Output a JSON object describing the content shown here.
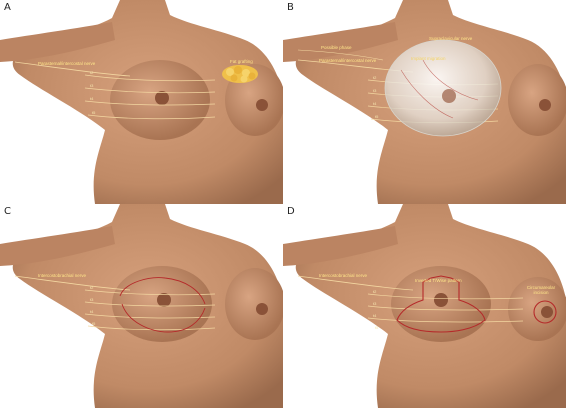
{
  "panels": [
    {
      "letter": "A",
      "nerve_label": "Parasternal/intercostal nerve",
      "callouts": [
        "Fat grafting"
      ],
      "intercostals": [
        "t2",
        "t3",
        "t4",
        "t5"
      ]
    },
    {
      "letter": "B",
      "nerve_label": "Parasternal/intercostal nerve",
      "callouts": [
        "Supraclavicular nerve",
        "Possible phase",
        "Implant migration"
      ],
      "intercostals": [
        "t2",
        "t3",
        "t4",
        "t5"
      ]
    },
    {
      "letter": "C",
      "nerve_label": "Intercostobrachial nerve",
      "callouts": [],
      "intercostals": [
        "t2",
        "t3",
        "t4",
        "t5"
      ]
    },
    {
      "letter": "D",
      "nerve_label": "Intercostobrachial nerve",
      "callouts": [
        "Inverted T/Wise pattern",
        "Circumareolar incision"
      ],
      "intercostals": [
        "t2",
        "t3",
        "t4",
        "t5"
      ]
    }
  ],
  "colors": {
    "skin": "#c89270",
    "skin_shadow": "#9c6a4c",
    "nerve": "#f3d6a0",
    "incision": "#b52a2a",
    "implant": "#e9e7e2",
    "fat": "#f0c04a"
  }
}
